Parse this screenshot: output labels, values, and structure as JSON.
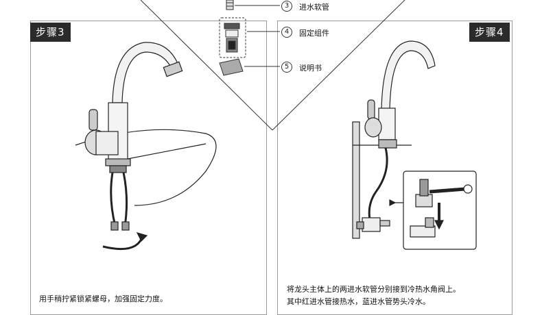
{
  "parts": [
    {
      "num": "3",
      "label": "进水软管"
    },
    {
      "num": "4",
      "label": "固定组件"
    },
    {
      "num": "5",
      "label": "说明书"
    }
  ],
  "step3": {
    "badge": "步骤3",
    "caption": "用手稍拧紧锁紧螺母，加强固定力度。"
  },
  "step4": {
    "badge": "步骤4",
    "caption_line1": "将龙头主体上的两进水软管分别接到冷热水角阀上。",
    "caption_line2": "其中红进水管接热水，蓝进水管势头冷水。"
  }
}
